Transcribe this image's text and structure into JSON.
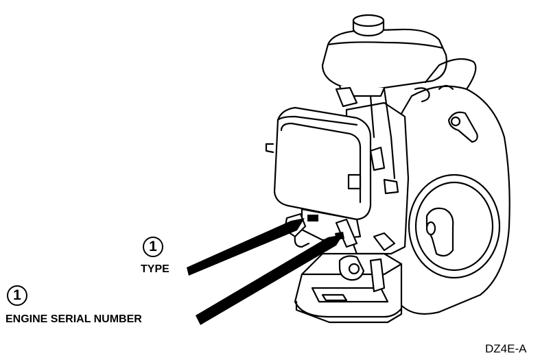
{
  "callouts": [
    {
      "number": "1",
      "label": "TYPE"
    },
    {
      "number": "1",
      "label": "ENGINE SERIAL NUMBER"
    }
  ],
  "figure_code": "DZ4E-A"
}
